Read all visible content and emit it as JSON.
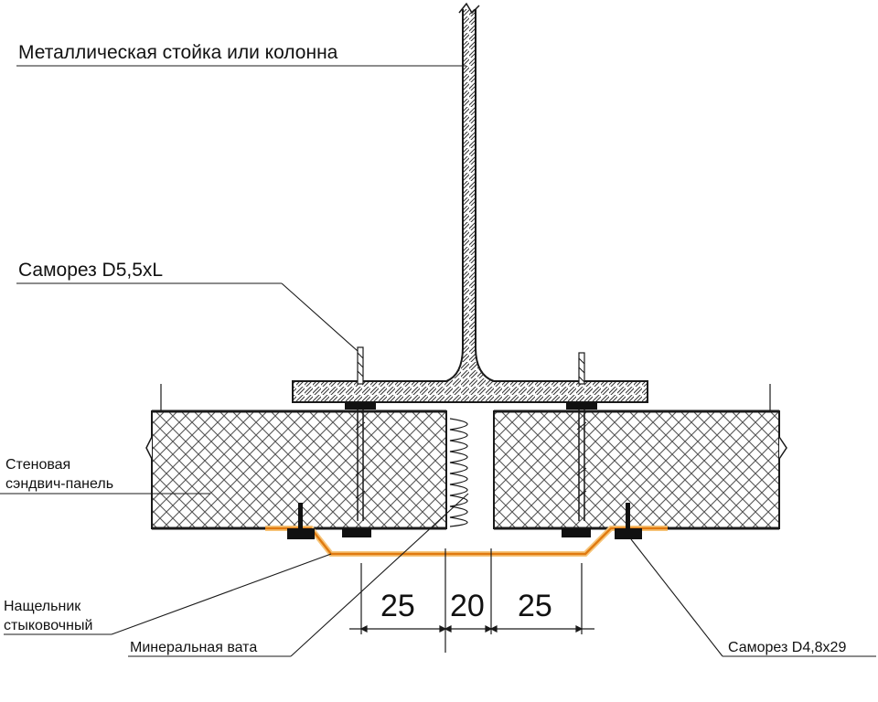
{
  "labels": {
    "column": "Металлическая стойка или колонна",
    "screw_large": "Саморез D5,5xL",
    "panel_line1": "Стеновая",
    "panel_line2": "сэндвич-панель",
    "flashing_line1": "Нащельник",
    "flashing_line2": "стыковочный",
    "mineral_wool": "Минеральная вата",
    "screw_small": "Саморез D4,8x29"
  },
  "dimensions": {
    "left": "25",
    "center": "20",
    "right": "25"
  },
  "colors": {
    "line": "#1a1a1a",
    "flashing": "#e07a10",
    "flashing_glow": "#f6c57a",
    "hatch": "#555555"
  }
}
